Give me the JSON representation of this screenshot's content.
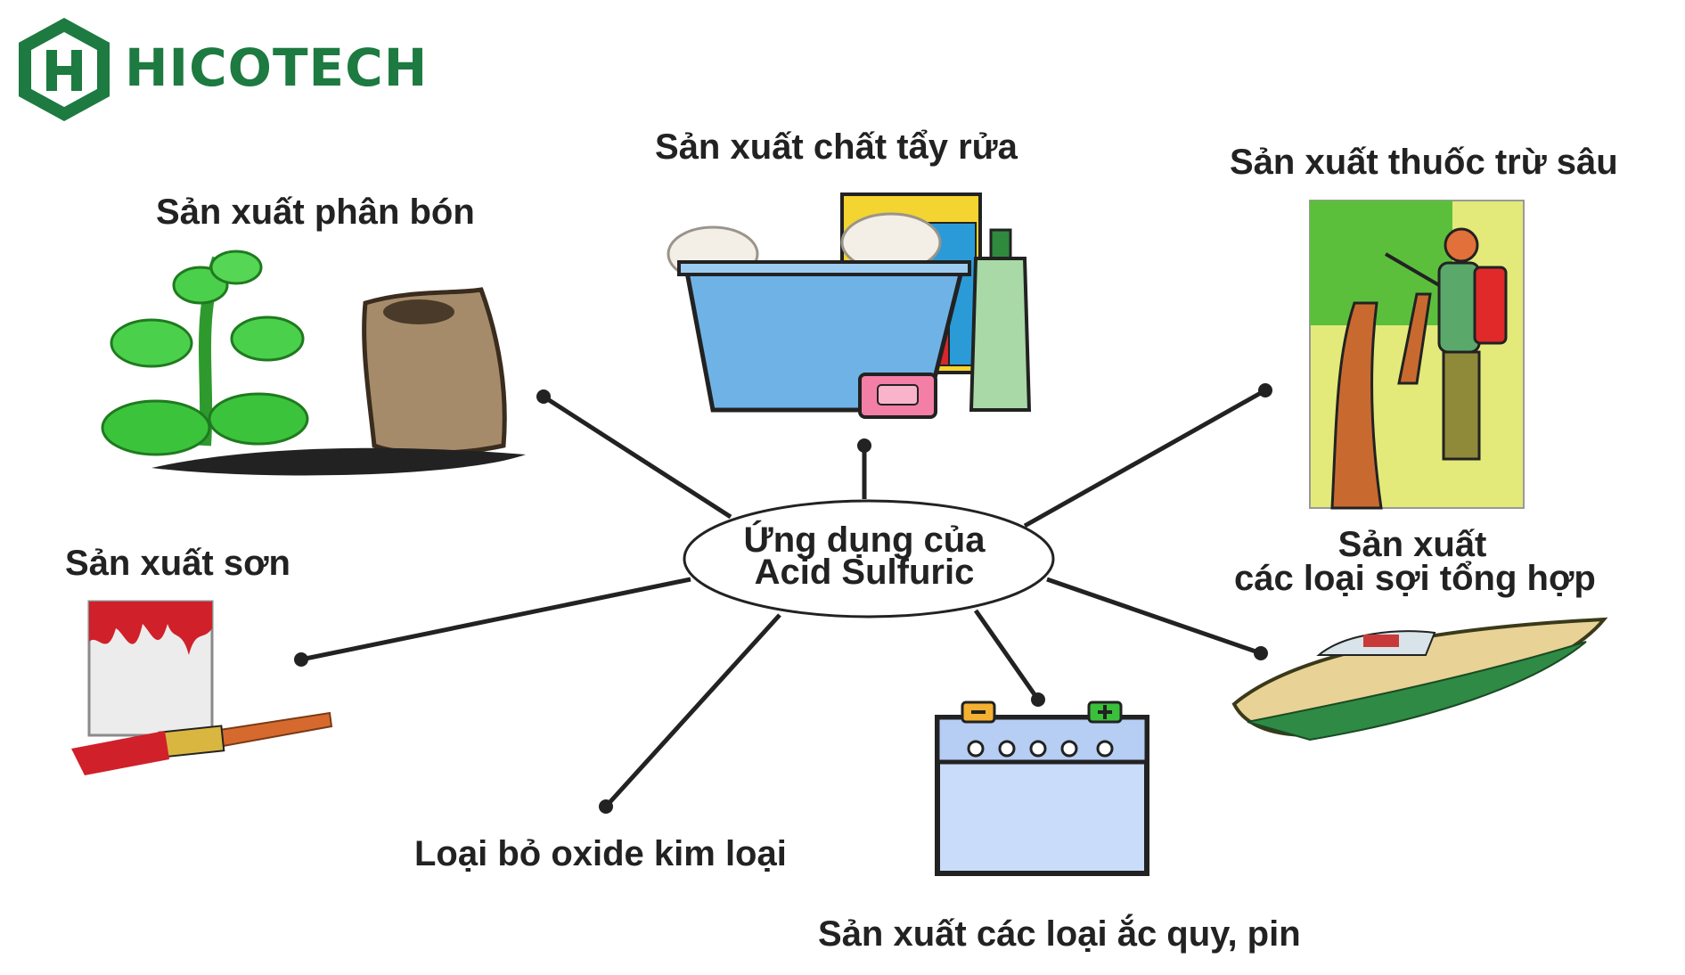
{
  "logo": {
    "text": "HICOTECH",
    "color": "#1d7a40"
  },
  "center": {
    "line1": "Ứng dụng của",
    "line2": "Acid Sulfuric"
  },
  "branches": {
    "fertilizer": "Sản xuất phân bón",
    "detergent": "Sản xuất chất tẩy rửa",
    "pesticide": "Sản xuất thuốc trừ sâu",
    "paint": "Sản xuất sơn",
    "fiber_line1": "Sản xuất",
    "fiber_line2": "các loại sợi tổng hợp",
    "oxide": "Loại bỏ oxide kim loại",
    "battery": "Sản xuất các loại ắc quy, pin"
  },
  "colors": {
    "line": "#222222",
    "plant": "#3cc33c",
    "paint": "#d0202a",
    "basin": "#6fb3e6",
    "battery": "#c9dcfa"
  }
}
